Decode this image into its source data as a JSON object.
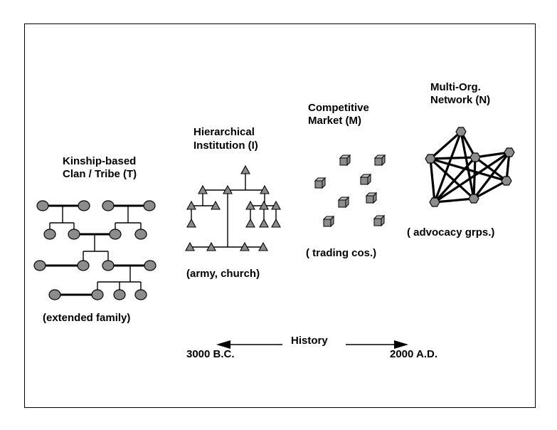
{
  "tribe": {
    "title_line1": "Kinship-based",
    "title_line2": "Clan / Tribe (T)",
    "caption": "(extended family)"
  },
  "institution": {
    "title_line1": "Hierarchical",
    "title_line2": "Institution (I)",
    "caption": "(army, church)"
  },
  "market": {
    "title_line1": "Competitive",
    "title_line2": "Market (M)",
    "caption": "( trading cos.)"
  },
  "network": {
    "title_line1": "Multi-Org.",
    "title_line2": "Network (N)",
    "caption": "( advocacy grps.)"
  },
  "history": {
    "label": "History",
    "start": "3000 B.C.",
    "end": "2000 A.D."
  }
}
